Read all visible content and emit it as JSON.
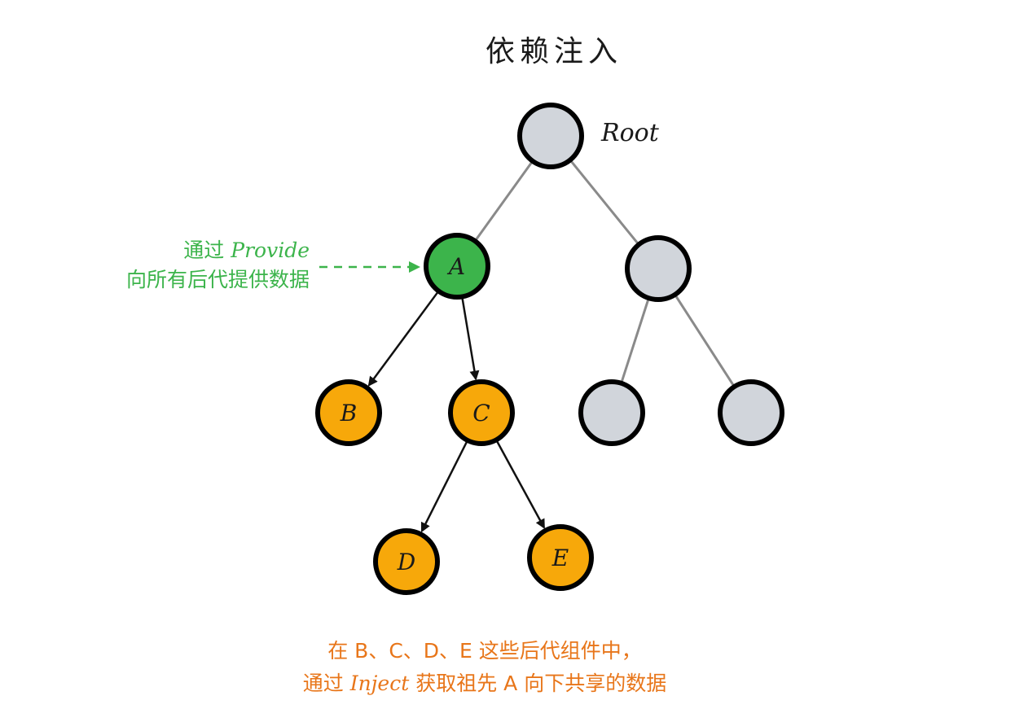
{
  "title": "依赖注入",
  "root_label": "Root",
  "provide_note": {
    "line1_prefix": "通过 ",
    "line1_keyword": "Provide",
    "line2": "向所有后代提供数据"
  },
  "inject_note": {
    "line1": "在 B、C、D、E 这些后代组件中，",
    "line2_prefix": "通过 ",
    "line2_keyword": "Inject",
    "line2_suffix": " 获取祖先 A 向下共享的数据"
  },
  "colors": {
    "gray_node": "#d1d5db",
    "green_node": "#3cb44b",
    "orange_node": "#f7a80a",
    "outline": "#000000",
    "gray_edge": "#8a8a8a",
    "black_edge": "#111111",
    "provide_text": "#3cb44b",
    "inject_text": "#e8761a"
  },
  "nodes": [
    {
      "id": "root",
      "label": "",
      "color": "gray"
    },
    {
      "id": "A",
      "label": "A",
      "color": "green"
    },
    {
      "id": "R1",
      "label": "",
      "color": "gray"
    },
    {
      "id": "B",
      "label": "B",
      "color": "orange"
    },
    {
      "id": "C",
      "label": "C",
      "color": "orange"
    },
    {
      "id": "R2",
      "label": "",
      "color": "gray"
    },
    {
      "id": "R3",
      "label": "",
      "color": "gray"
    },
    {
      "id": "D",
      "label": "D",
      "color": "orange"
    },
    {
      "id": "E",
      "label": "E",
      "color": "orange"
    }
  ],
  "edges": [
    {
      "from": "root",
      "to": "A",
      "style": "gray"
    },
    {
      "from": "root",
      "to": "R1",
      "style": "gray"
    },
    {
      "from": "R1",
      "to": "R2",
      "style": "gray"
    },
    {
      "from": "R1",
      "to": "R3",
      "style": "gray"
    },
    {
      "from": "A",
      "to": "B",
      "style": "arrow"
    },
    {
      "from": "A",
      "to": "C",
      "style": "arrow"
    },
    {
      "from": "C",
      "to": "D",
      "style": "arrow"
    },
    {
      "from": "C",
      "to": "E",
      "style": "arrow"
    }
  ]
}
